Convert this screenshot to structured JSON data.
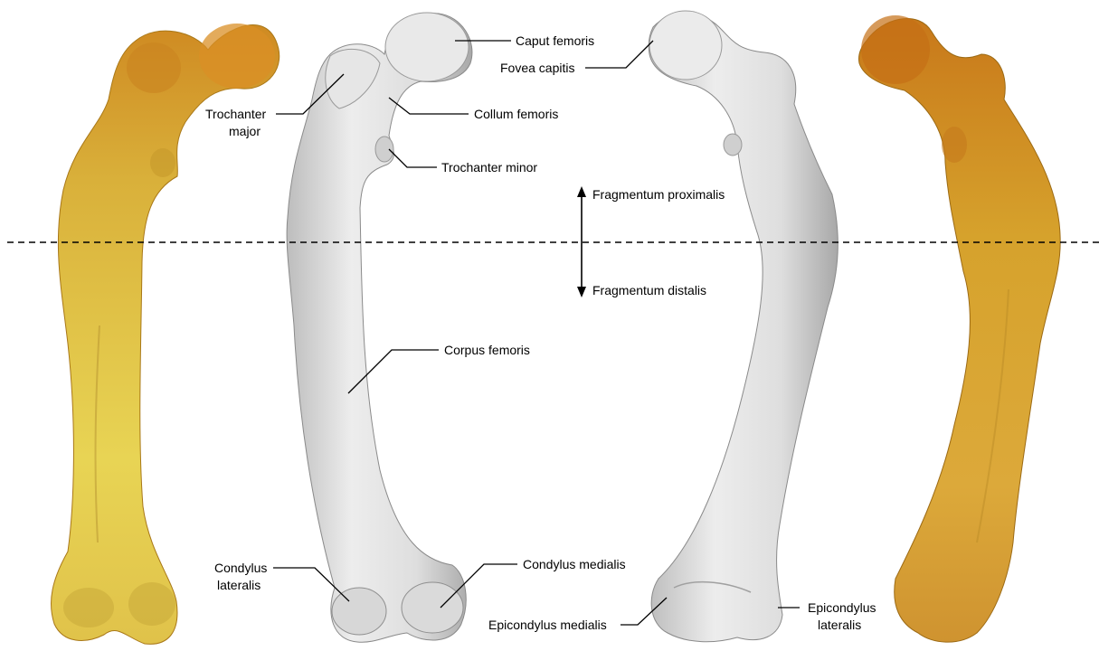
{
  "labels": {
    "caput_femoris": "Caput femoris",
    "fovea_capitis": "Fovea capitis",
    "trochanter_major_line1": "Trochanter",
    "trochanter_major_line2": "major",
    "collum_femoris": "Collum femoris",
    "trochanter_minor": "Trochanter minor",
    "fragmentum_proximalis": "Fragmentum proximalis",
    "fragmentum_distalis": "Fragmentum distalis",
    "corpus_femoris": "Corpus femoris",
    "condylus_lateralis_line1": "Condylus",
    "condylus_lateralis_line2": "lateralis",
    "condylus_medialis": "Condylus medialis",
    "epicondylus_medialis": "Epicondylus medialis",
    "epicondylus_lateralis_line1": "Epicondylus",
    "epicondylus_lateralis_line2": "lateralis"
  },
  "colors": {
    "photo_bone_light": "#e6cf4a",
    "photo_bone_mid": "#d9ae2c",
    "photo_bone_dark": "#c98a1e",
    "model_bone_light": "#f2f2f2",
    "model_bone_mid": "#d8d8d8",
    "model_bone_dark": "#a9a9a9",
    "line": "#000000"
  }
}
